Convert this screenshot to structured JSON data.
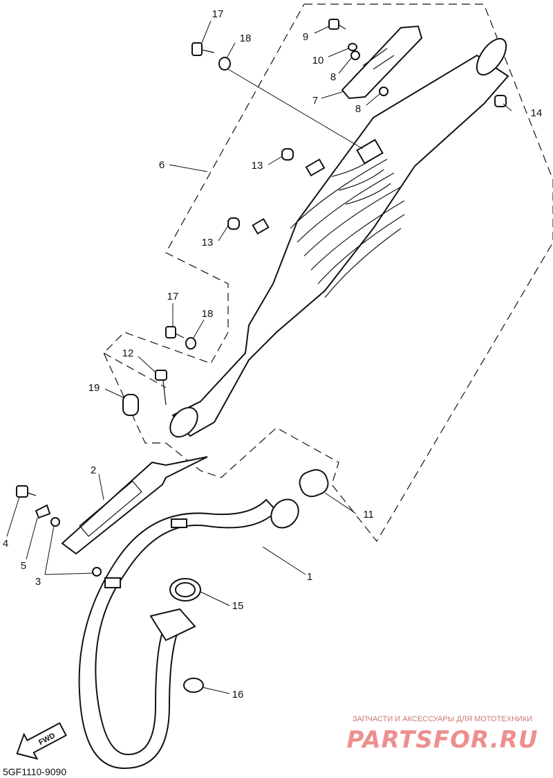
{
  "diagram_code": "5GF1110-9090",
  "fwd_label": "FWD",
  "watermark": {
    "subtitle": "ЗАПЧАСТИ И АКСЕССУАРЫ ДЛЯ МОТОТЕХНИКИ",
    "brand": "PARTSFOR.RU"
  },
  "parts": {
    "p1": "1",
    "p2": "2",
    "p3": "3",
    "p4": "4",
    "p5": "5",
    "p6": "6",
    "p7": "7",
    "p8a": "8",
    "p8b": "8",
    "p9": "9",
    "p10": "10",
    "p11": "11",
    "p12": "12",
    "p13a": "13",
    "p13b": "13",
    "p14": "14",
    "p15": "15",
    "p16": "16",
    "p17a": "17",
    "p17b": "17",
    "p18a": "18",
    "p18b": "18",
    "p19": "19"
  },
  "colors": {
    "line": "#111111",
    "watermark": "#ee8f8f"
  }
}
